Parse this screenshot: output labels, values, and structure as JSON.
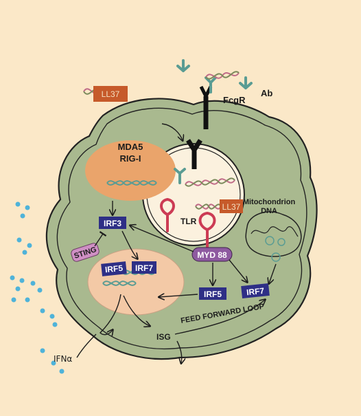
{
  "labels": {
    "fcgr": "FcgR",
    "ab": "Ab",
    "ll37_outside": "LL37",
    "ll37_endosome": "LL37",
    "mda5": "MDA5",
    "rigi": "RIG-I",
    "tlr": "TLR",
    "mito_line1": "Mitochondrion",
    "mito_line2": "DNA",
    "irf3": "IRF3",
    "sting": "STING",
    "irf5_nuc": "IRF5",
    "irf7_nuc": "IRF7",
    "myd88": "MYD 88",
    "irf5": "IRF5",
    "irf7": "IRF7",
    "feed_forward": "FEED FORWARD LOOP",
    "isg": "ISG",
    "ifna": "IFNα"
  },
  "colors": {
    "background": "#fbe8c8",
    "cell": "#a9b98f",
    "cell_outline": "#222222",
    "nucleus": "#f3c9a6",
    "mda5_blob": "#eaa46b",
    "irf_box": "#2e2f86",
    "myd88": "#8e5aa0",
    "sting": "#cf8fc4",
    "ll37": "#c65a2a",
    "dna": "#c06b88",
    "receptor_red": "#cc3b54",
    "antibody": "#5a9c93",
    "ifn_dots": "#4fb3d9"
  }
}
